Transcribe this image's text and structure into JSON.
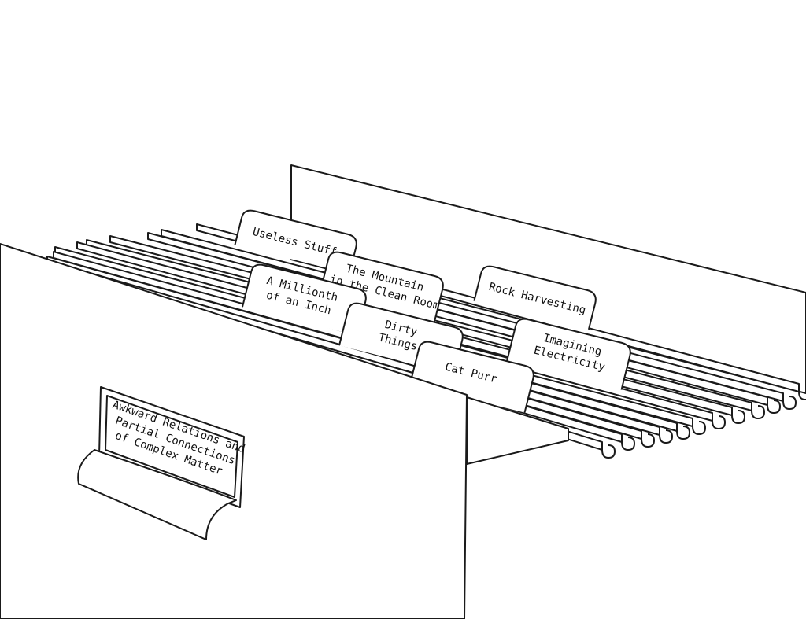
{
  "colors": {
    "line": "#1a1a1a",
    "background": "#ffffff"
  },
  "tabs": {
    "useless_stuff": [
      "Useless Stuff"
    ],
    "mountain": [
      "The Mountain",
      "in the Clean Room"
    ],
    "rock": [
      "Rock Harvesting"
    ],
    "millionth": [
      "A Millionth",
      "of an Inch"
    ],
    "dirty": [
      "Dirty",
      "Things"
    ],
    "electricity": [
      "Imagining",
      "Electricity"
    ],
    "cat": [
      "Cat Purr"
    ]
  },
  "drawer_label": [
    "Awkward Relations and",
    "Partial Connections",
    "of Complex Matter"
  ]
}
